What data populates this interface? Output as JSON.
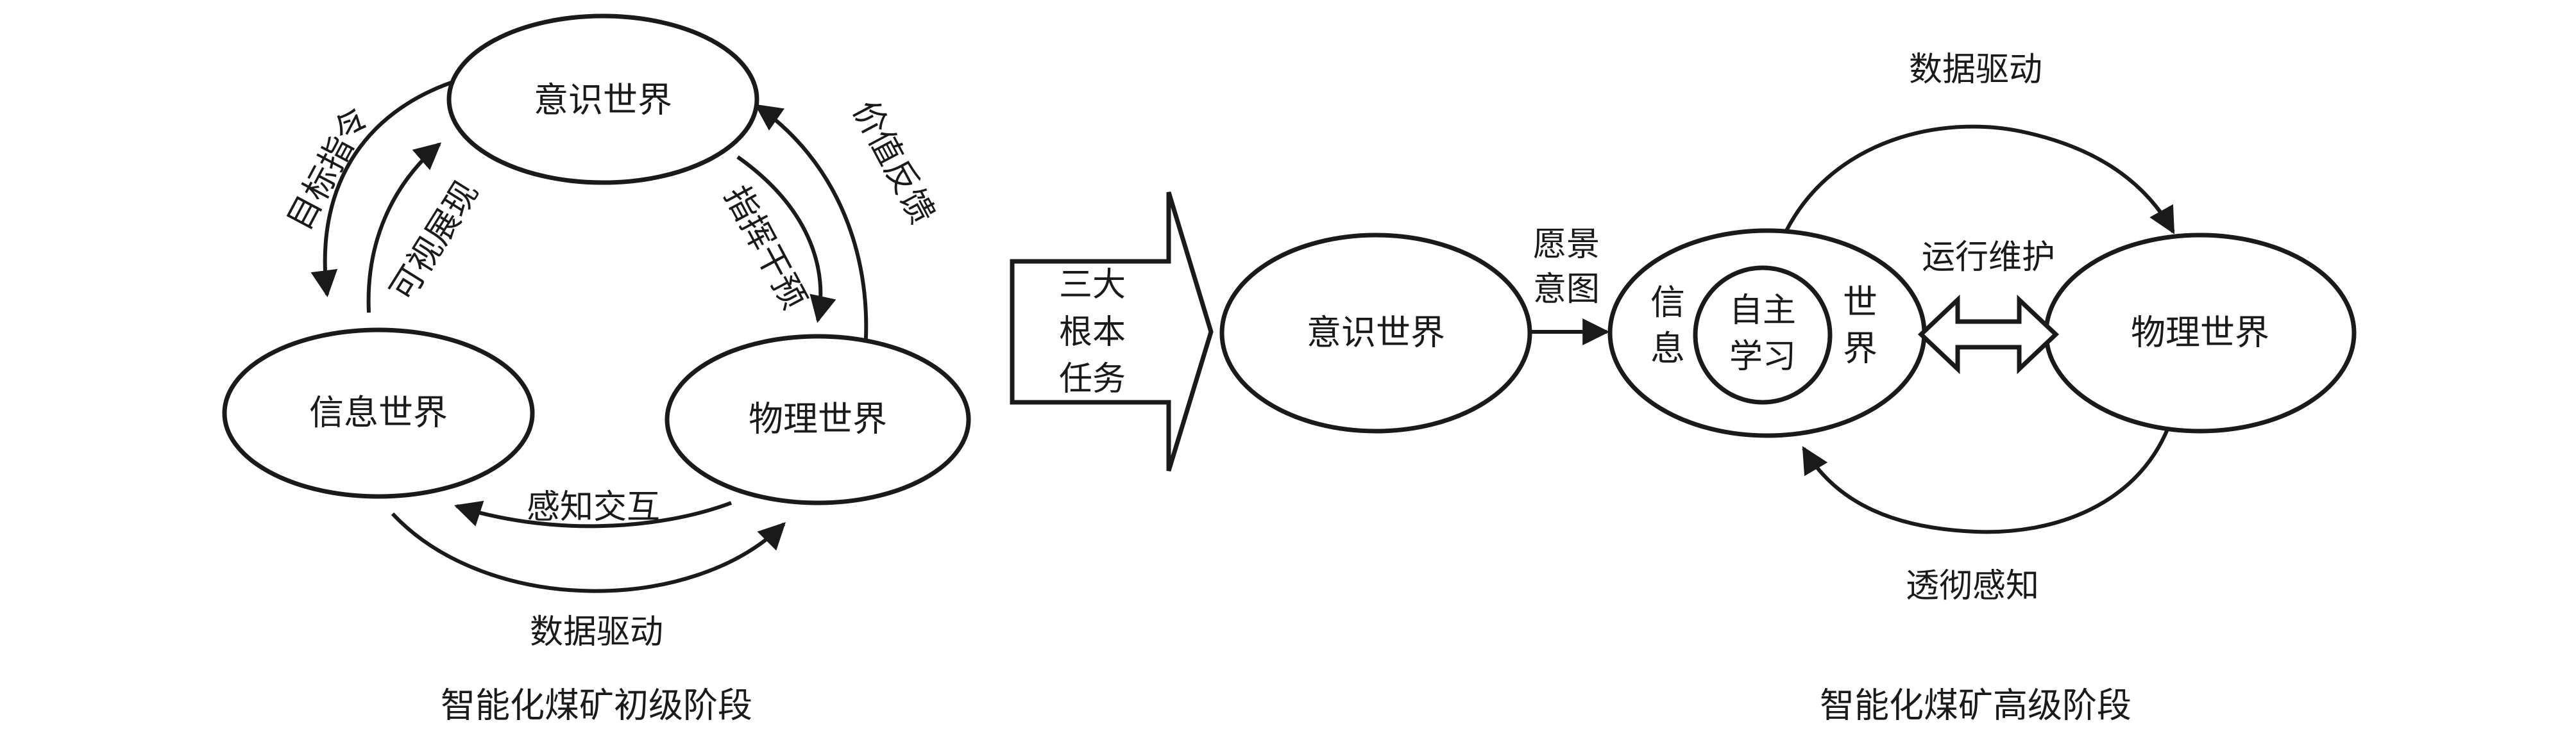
{
  "early": {
    "caption": "智能化煤矿初级阶段",
    "nodes": {
      "consciousness": "意识世界",
      "information": "信息世界",
      "physical": "物理世界"
    },
    "edges": {
      "target_command": "目标指令",
      "visual_display": "可视展现",
      "value_feedback": "价值反馈",
      "command_intervene": "指挥干预",
      "perception_interaction": "感知交互",
      "data_driven": "数据驱动"
    }
  },
  "transition": {
    "lines": [
      "三大",
      "根本",
      "任务"
    ]
  },
  "advanced": {
    "caption": "智能化煤矿高级阶段",
    "nodes": {
      "consciousness": "意识世界",
      "info_left": [
        "信",
        "息"
      ],
      "info_right": [
        "世",
        "界"
      ],
      "core": [
        "自主",
        "学习"
      ],
      "physical": "物理世界"
    },
    "edges": {
      "vision_intent": [
        "愿景",
        "意图"
      ],
      "data_driven": "数据驱动",
      "operation_maintenance": "运行维护",
      "thorough_perception": "透彻感知"
    }
  }
}
